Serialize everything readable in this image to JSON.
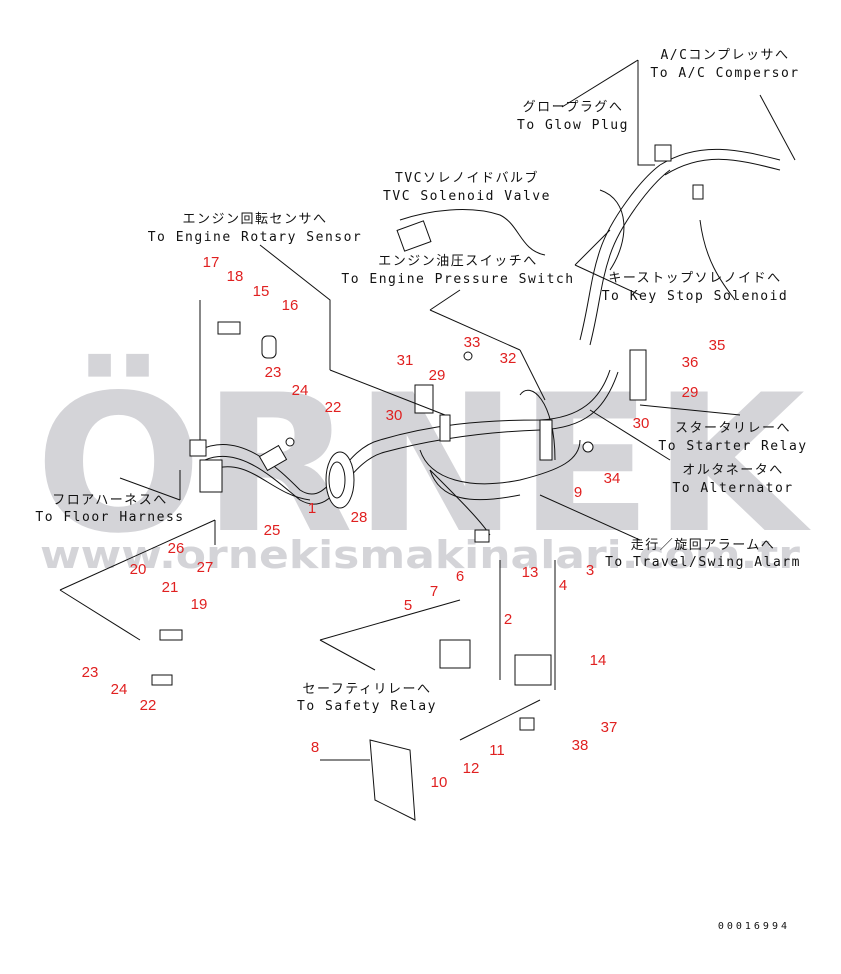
{
  "watermark": {
    "brand": "ÖRNEK",
    "url": "www.ornekismakinalari.com.tr",
    "accent": "#f7d98a"
  },
  "destinations": {
    "ac_compressor": {
      "jp": "A/Cコンプレッサへ",
      "en": "To A/C Compersor"
    },
    "glow_plug": {
      "jp": "グロープラグへ",
      "en": "To Glow Plug"
    },
    "tvc_solenoid": {
      "jp": "TVCソレノイドバルブ",
      "en": "TVC Solenoid Valve"
    },
    "engine_rotary_sensor": {
      "jp": "エンジン回転センサへ",
      "en": "To Engine Rotary Sensor"
    },
    "engine_pressure_switch": {
      "jp": "エンジン油圧スイッチへ",
      "en": "To Engine Pressure Switch"
    },
    "key_stop_solenoid": {
      "jp": "キーストップソレノイドへ",
      "en": "To Key Stop Solenoid"
    },
    "starter_relay": {
      "jp": "スタータリレーへ",
      "en": "To Starter Relay"
    },
    "alternator": {
      "jp": "オルタネータへ",
      "en": "To Alternator"
    },
    "floor_harness": {
      "jp": "フロアハーネスへ",
      "en": "To Floor Harness"
    },
    "travel_swing_alarm": {
      "jp": "走行／旋回アラームへ",
      "en": "To Travel/Swing Alarm"
    },
    "safety_relay": {
      "jp": "セーフティリレーへ",
      "en": "To Safety Relay"
    }
  },
  "callouts": [
    "17",
    "18",
    "15",
    "16",
    "23",
    "24",
    "22",
    "31",
    "29",
    "33",
    "32",
    "30",
    "35",
    "36",
    "29",
    "30",
    "34",
    "9",
    "28",
    "1",
    "25",
    "26",
    "27",
    "20",
    "21",
    "19",
    "23",
    "24",
    "22",
    "6",
    "7",
    "5",
    "2",
    "13",
    "4",
    "3",
    "14",
    "37",
    "38",
    "11",
    "12",
    "10",
    "8"
  ],
  "drawing_code": "00016994"
}
